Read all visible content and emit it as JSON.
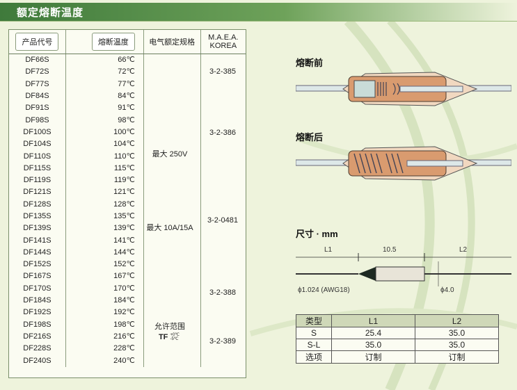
{
  "header": {
    "title": "额定熔断温度"
  },
  "spec_table": {
    "headers": [
      "产品代号",
      "熔断温度",
      "电气额定规格",
      "M.A.E.A.",
      "KOREA"
    ],
    "rows": [
      [
        "DF66S",
        "66℃"
      ],
      [
        "DF72S",
        "72℃"
      ],
      [
        "DF77S",
        "77℃"
      ],
      [
        "DF84S",
        "84℃"
      ],
      [
        "DF91S",
        "91℃"
      ],
      [
        "DF98S",
        "98℃"
      ],
      [
        "DF100S",
        "100℃"
      ],
      [
        "DF104S",
        "104℃"
      ],
      [
        "DF110S",
        "110℃"
      ],
      [
        "DF115S",
        "115℃"
      ],
      [
        "DF119S",
        "119℃"
      ],
      [
        "DF121S",
        "121℃"
      ],
      [
        "DF128S",
        "128℃"
      ],
      [
        "DF135S",
        "135℃"
      ],
      [
        "DF139S",
        "139℃"
      ],
      [
        "DF141S",
        "141℃"
      ],
      [
        "DF144S",
        "144℃"
      ],
      [
        "DF152S",
        "152℃"
      ],
      [
        "DF167S",
        "167℃"
      ],
      [
        "DF170S",
        "170℃"
      ],
      [
        "DF184S",
        "184℃"
      ],
      [
        "DF192S",
        "192℃"
      ],
      [
        "DF198S",
        "198℃"
      ],
      [
        "DF216S",
        "216℃"
      ],
      [
        "DF228S",
        "228℃"
      ],
      [
        "DF240S",
        "240℃"
      ]
    ],
    "rating_voltage": "最大 250V",
    "rating_current": "最大 10A/15A",
    "tolerance_label": "允许范围",
    "tolerance_symbol": "TF",
    "tolerance_plus": "+0℃",
    "tolerance_minus": "-5℃",
    "korea_codes": [
      "3-2-385",
      "3-2-386",
      "3-2-0481",
      "3-2-388",
      "3-2-389"
    ]
  },
  "figures": {
    "before_label": "熔断前",
    "after_label": "熔断后",
    "dim_title": "尺寸 · mm",
    "dim_l1": "L1",
    "dim_mid": "10.5",
    "dim_l2": "L2",
    "dim_wire": "ϕ1.024 (AWG18)",
    "dim_body": "ϕ4.0"
  },
  "dims_table": {
    "headers": [
      "类型",
      "L1",
      "L2"
    ],
    "rows": [
      [
        "S",
        "25.4",
        "35.0"
      ],
      [
        "S-L",
        "35.0",
        "35.0"
      ],
      [
        "选项",
        "订制",
        "订制"
      ]
    ]
  },
  "colors": {
    "header_green": "#3f7a3b",
    "accent": "#d98a5a"
  }
}
